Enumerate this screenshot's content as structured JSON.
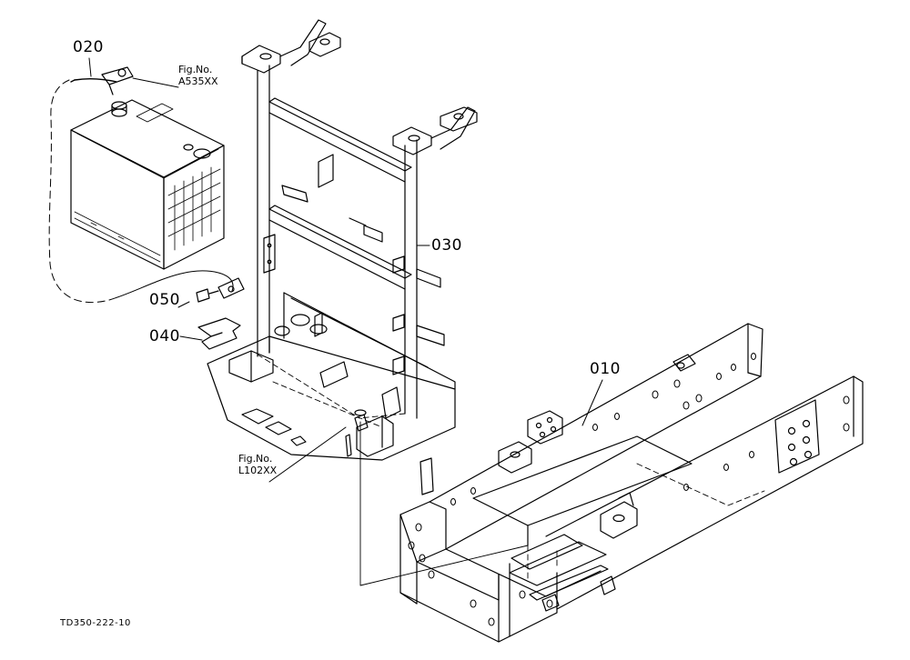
{
  "diagram": {
    "parts": [
      {
        "id": "part-010",
        "label": "010"
      },
      {
        "id": "part-020",
        "label": "020"
      },
      {
        "id": "part-030",
        "label": "030"
      },
      {
        "id": "part-040",
        "label": "040"
      },
      {
        "id": "part-050",
        "label": "050"
      }
    ],
    "figure_refs": [
      {
        "id": "battery",
        "prefix": "Fig.No.",
        "code": "A535XX"
      },
      {
        "id": "frame",
        "prefix": "Fig.No.",
        "code": "L102XX"
      }
    ],
    "drawing_id": "TD350-222-10"
  },
  "colors": {
    "line": "#000000",
    "background": "#ffffff"
  }
}
